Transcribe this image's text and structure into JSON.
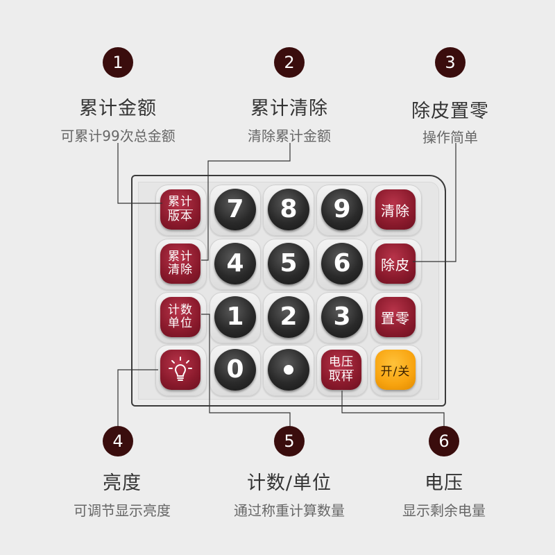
{
  "callouts": {
    "1": {
      "number": "1",
      "title": "累计金额",
      "desc": "可累计99次总金额"
    },
    "2": {
      "number": "2",
      "title": "累计清除",
      "desc": "清除累计金额"
    },
    "3": {
      "number": "3",
      "title": "除皮置零",
      "desc": "操作简单"
    },
    "4": {
      "number": "4",
      "title": "亮度",
      "desc": "可调节显示亮度"
    },
    "5": {
      "number": "5",
      "title": "计数/单位",
      "desc": "通过称重计算数量"
    },
    "6": {
      "number": "6",
      "title": "电压",
      "desc": "显示剩余电量"
    }
  },
  "keys": {
    "cumulative_version": {
      "top": "累计",
      "bottom": "版本"
    },
    "cumulative_clear": {
      "top": "累计",
      "bottom": "清除"
    },
    "count_unit": {
      "top": "计数",
      "bottom": "单位"
    },
    "brightness": {
      "icon": "light-bulb-icon"
    },
    "n7": "7",
    "n8": "8",
    "n9": "9",
    "n4": "4",
    "n5": "5",
    "n6": "6",
    "n1": "1",
    "n2": "2",
    "n3": "3",
    "n0": "0",
    "clear": "清除",
    "tare": "除皮",
    "zero": "置零",
    "voltage_sample": {
      "top": "电压",
      "bottom": "取样"
    },
    "power": "开/关"
  },
  "colors": {
    "badge": "#3a0d0d",
    "function_key": "#8a1a2c",
    "number_key": "#2a2a2a",
    "power_key": "#f8a410",
    "background": "#ededed"
  }
}
